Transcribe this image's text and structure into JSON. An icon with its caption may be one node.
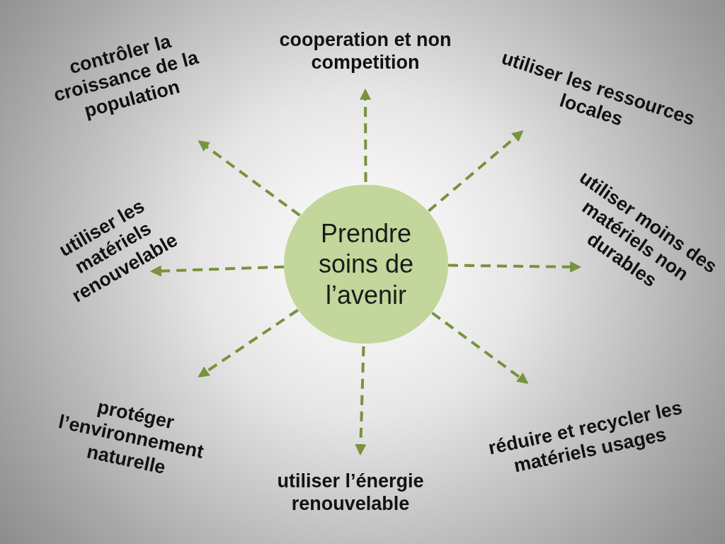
{
  "diagram": {
    "nodes": [
      {
        "text": [
          "Prendre soins de l’avenir"
        ]
      },
      {
        "text": [
          "contrôler la croissance de la population"
        ]
      },
      {
        "text": [
          "cooperation et non competition"
        ]
      },
      {
        "text": [
          "utiliser les ressources locales"
        ]
      },
      {
        "text": [
          "utiliser moins des matériels non durables"
        ]
      },
      {
        "text": [
          "utiliser les matériels renouvelable"
        ]
      },
      {
        "text": [
          "protéger l’environnement naturelle"
        ]
      },
      {
        "text": [
          "utiliser l’énergie renouvelable"
        ]
      },
      {
        "text": [
          "réduire et recycler les matériels usages"
        ]
      }
    ],
    "edges": [
      {
        "from": 0,
        "to": 1,
        "arrow": "to",
        "style": "dashed"
      },
      {
        "from": 0,
        "to": 2,
        "arrow": "to",
        "style": "dashed"
      },
      {
        "from": 0,
        "to": 3,
        "arrow": "to",
        "style": "dashed"
      },
      {
        "from": 0,
        "to": 4,
        "arrow": "to",
        "style": "dashed"
      },
      {
        "from": 0,
        "to": 5,
        "arrow": "to",
        "style": "dashed"
      },
      {
        "from": 0,
        "to": 6,
        "arrow": "to",
        "style": "dashed"
      },
      {
        "from": 0,
        "to": 7,
        "arrow": "to",
        "style": "dashed"
      },
      {
        "from": 0,
        "to": 8,
        "arrow": "to",
        "style": "dashed"
      }
    ]
  }
}
